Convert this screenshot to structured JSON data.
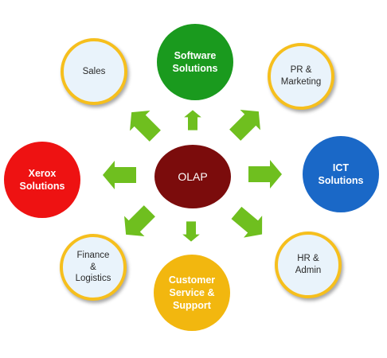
{
  "diagram": {
    "center": {
      "label": "OLAP",
      "color": "#7b0c0c"
    },
    "nodes": {
      "software": {
        "label": "Software\nSolutions",
        "color": "#1a9a1e"
      },
      "ict": {
        "label": "ICT\nSolutions",
        "color": "#1a68c7"
      },
      "customer": {
        "label": "Customer\nService &\nSupport",
        "color": "#f2b70f"
      },
      "xerox": {
        "label": "Xerox\nSolutions",
        "color": "#ee1212"
      },
      "sales": {
        "label": "Sales"
      },
      "pr": {
        "label": "PR &\nMarketing"
      },
      "hr": {
        "label": "HR &\nAdmin"
      },
      "finance": {
        "label": "Finance\n&\nLogistics"
      }
    },
    "colors": {
      "arrow": "#6fbf1f",
      "outer_ring": "#f6bf1d",
      "outer_fill": "#e9f3fb"
    }
  }
}
